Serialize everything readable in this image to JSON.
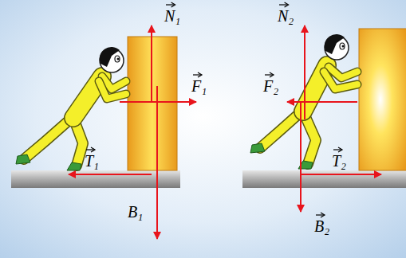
{
  "diagram": {
    "labels": [
      "N₁",
      "F₁",
      "T₁",
      "B₁",
      "N₂",
      "F₂",
      "T₂",
      "B₂"
    ]
  }
}
